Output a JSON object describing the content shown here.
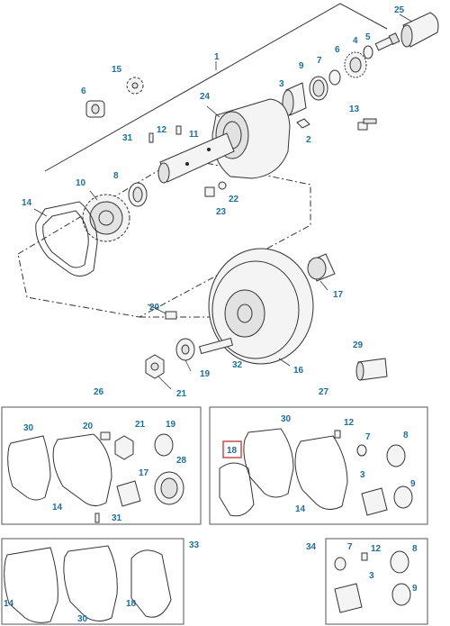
{
  "diagram": {
    "highlight_color": "#c0504d",
    "callout_color": "#1f6f9a",
    "callouts": {
      "c25": "25",
      "c1": "1",
      "c15": "15",
      "c9": "9",
      "c7": "7",
      "c6": "6",
      "c4": "4",
      "c5": "5",
      "c6b": "6",
      "c3": "3",
      "c24": "24",
      "c13": "13",
      "c12": "12",
      "c31": "31",
      "c11": "11",
      "c2": "2",
      "c8": "8",
      "c10": "10",
      "c22": "22",
      "c23": "23",
      "c14": "14",
      "c17": "17",
      "c20": "20",
      "c29": "29",
      "c19": "19",
      "c32": "32",
      "c16": "16",
      "c21": "21",
      "k26": "26",
      "k27": "27",
      "k26_30": "30",
      "k26_20": "20",
      "k26_21": "21",
      "k26_19": "19",
      "k26_17": "17",
      "k26_28": "28",
      "k26_14": "14",
      "k26_31": "31",
      "k27_30": "30",
      "k27_12": "12",
      "k27_18": "18",
      "k27_7": "7",
      "k27_8": "8",
      "k27_3": "3",
      "k27_9": "9",
      "k27_14": "14",
      "k33": "33",
      "k33_14": "14",
      "k33_30": "30",
      "k33_18": "18",
      "k34": "34",
      "k34_7": "7",
      "k34_12": "12",
      "k34_8": "8",
      "k34_3": "3",
      "k34_9": "9"
    }
  }
}
